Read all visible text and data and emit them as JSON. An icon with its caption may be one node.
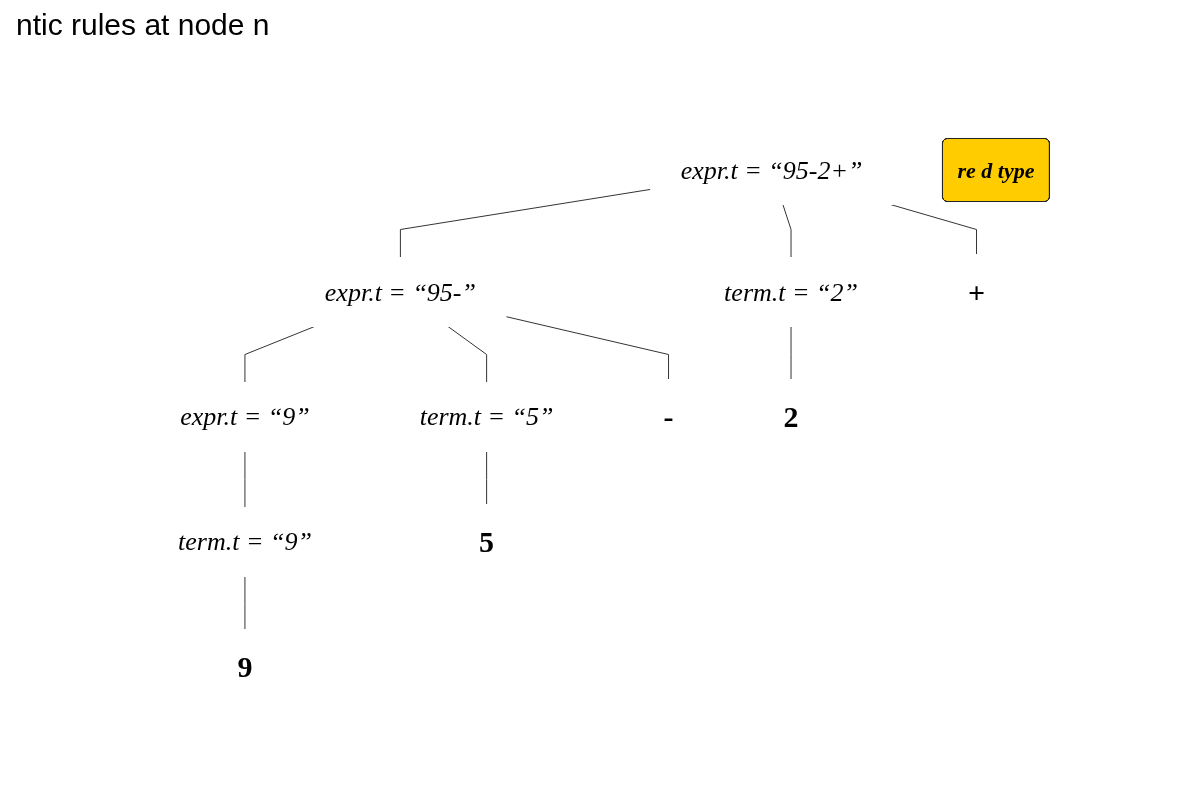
{
  "diagram": {
    "title": "ntic rules at node n",
    "nodes": [
      {
        "text": [
          "expr.t = “95-2+”"
        ]
      },
      {
        "text": [
          "expr.t = “95-”"
        ]
      },
      {
        "text": [
          "term.t = “2”"
        ]
      },
      {
        "text": [
          "expr.t = “9”"
        ]
      },
      {
        "text": [
          "term.t = “5”"
        ]
      },
      {
        "text": [
          "term.t = “9”"
        ]
      },
      {
        "text": [
          "9"
        ]
      },
      {
        "text": [
          "-"
        ]
      },
      {
        "text": [
          "5"
        ]
      },
      {
        "text": [
          "+"
        ]
      },
      {
        "text": [
          "2"
        ]
      },
      {
        "text": [
          "re d type"
        ]
      }
    ],
    "edges": [
      {
        "from": 0,
        "to": 1,
        "arrow": "none"
      },
      {
        "from": 0,
        "to": 9,
        "arrow": "none"
      },
      {
        "from": 0,
        "to": 2,
        "arrow": "none"
      },
      {
        "from": 1,
        "to": 3,
        "arrow": "none"
      },
      {
        "from": 1,
        "to": 7,
        "arrow": "none"
      },
      {
        "from": 1,
        "to": 4,
        "arrow": "none"
      },
      {
        "from": 3,
        "to": 5,
        "arrow": "none"
      },
      {
        "from": 5,
        "to": 6,
        "arrow": "none"
      },
      {
        "from": 4,
        "to": 8,
        "arrow": "none"
      },
      {
        "from": 2,
        "to": 10,
        "arrow": "none"
      }
    ]
  }
}
